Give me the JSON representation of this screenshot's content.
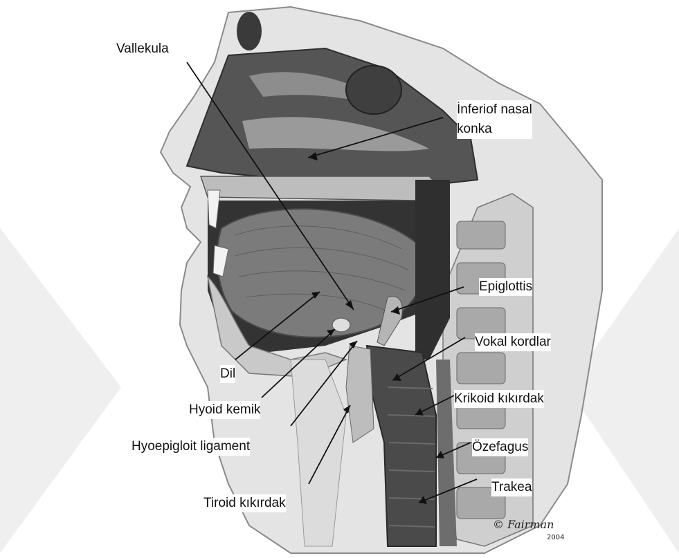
{
  "labels": {
    "vallekula": "Vallekula",
    "inferior_nasal_konka": "İnferiof nasal\nkonka",
    "epiglottis": "Epiglottis",
    "vokal_kordlar": "Vokal kordlar",
    "krikoid_kikirdak": "Krikoid kıkırdak",
    "ozefagus": "Özefagus",
    "trakea": "Trakea",
    "dil": "Dil",
    "hyoid_kemik": "Hyoid kemik",
    "hyoepigloit_ligament": "Hyoepigloit ligament",
    "tiroid_kikirdak": "Tiroid kıkırdak"
  },
  "signature": {
    "text": "Fairman",
    "year": "2004"
  },
  "colors": {
    "skin": "#e9e9e9",
    "tissue_dark": "#5a5a5a",
    "airway": "#3c3c3c",
    "bone": "#c8c8c8",
    "watermark": "#eeeeee",
    "leader_line": "#111111"
  }
}
